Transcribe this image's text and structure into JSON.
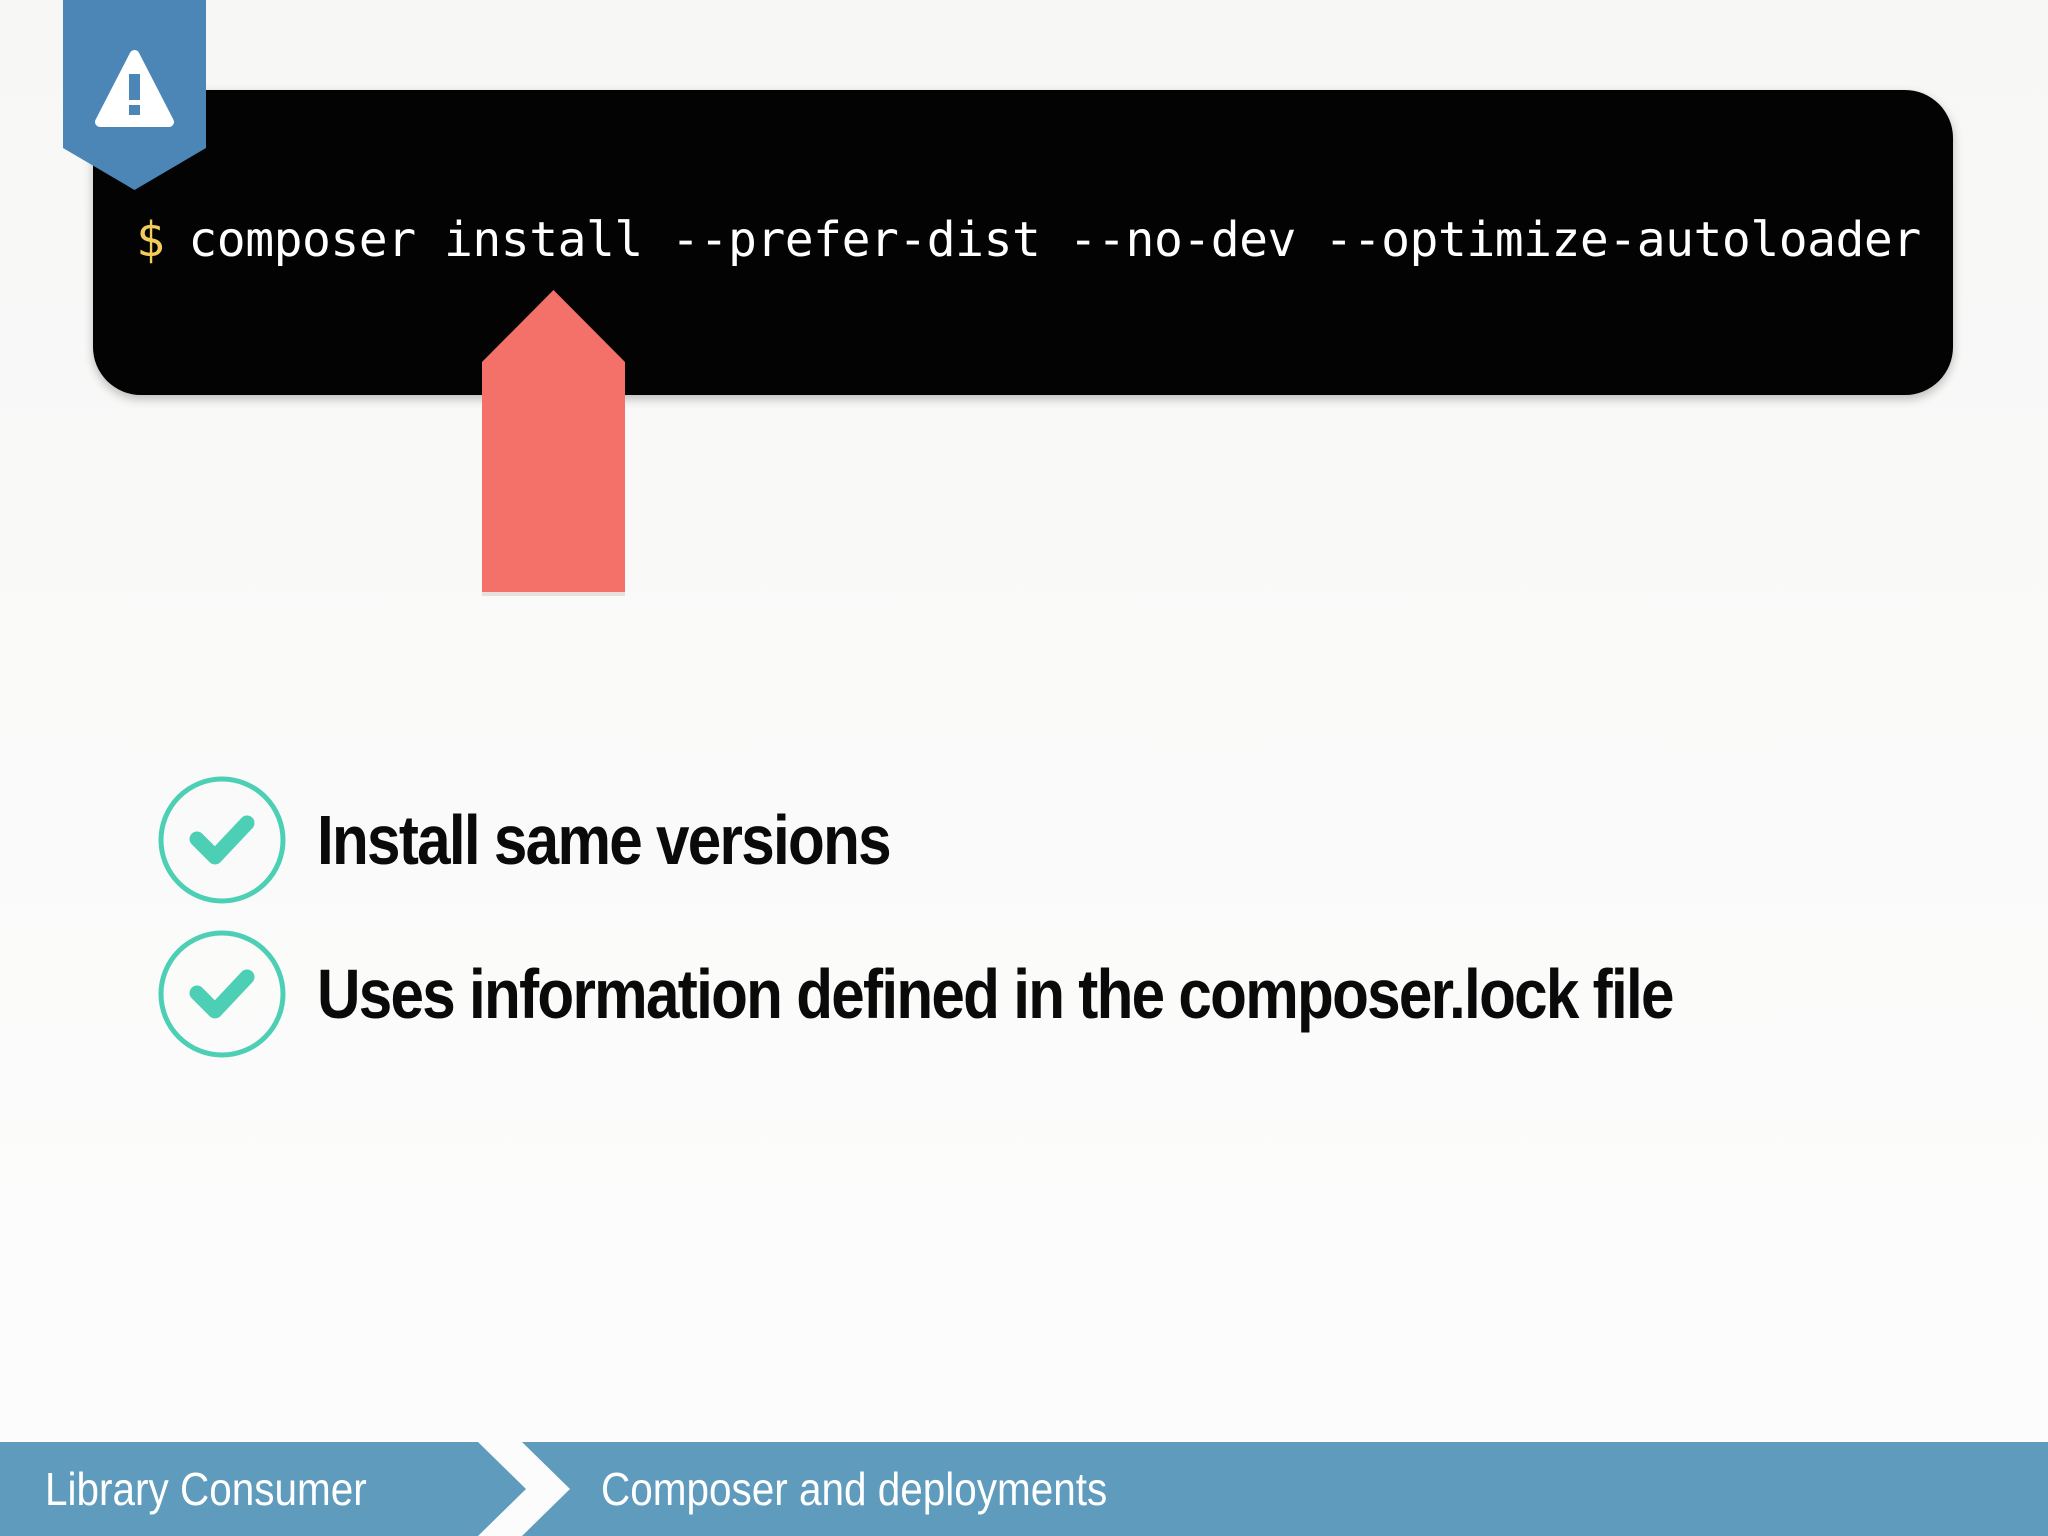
{
  "terminal": {
    "prompt": "$",
    "command": "composer install --prefer-dist --no-dev --optimize-autoloader"
  },
  "warning": {
    "icon": "warning-triangle-icon",
    "color": "#4c86b6"
  },
  "arrow": {
    "icon": "arrow-up-icon",
    "color": "#f4716a"
  },
  "checklist": {
    "items": [
      {
        "label": "Install same versions",
        "icon": "check-circle-icon"
      },
      {
        "label": "Uses information defined in the composer.lock file",
        "icon": "check-circle-icon"
      }
    ],
    "accent": "#4ccfb4"
  },
  "footer": {
    "crumbs": [
      {
        "label": "Library Consumer"
      },
      {
        "label": "Composer and deployments"
      }
    ],
    "color": "#5f9bbd"
  }
}
